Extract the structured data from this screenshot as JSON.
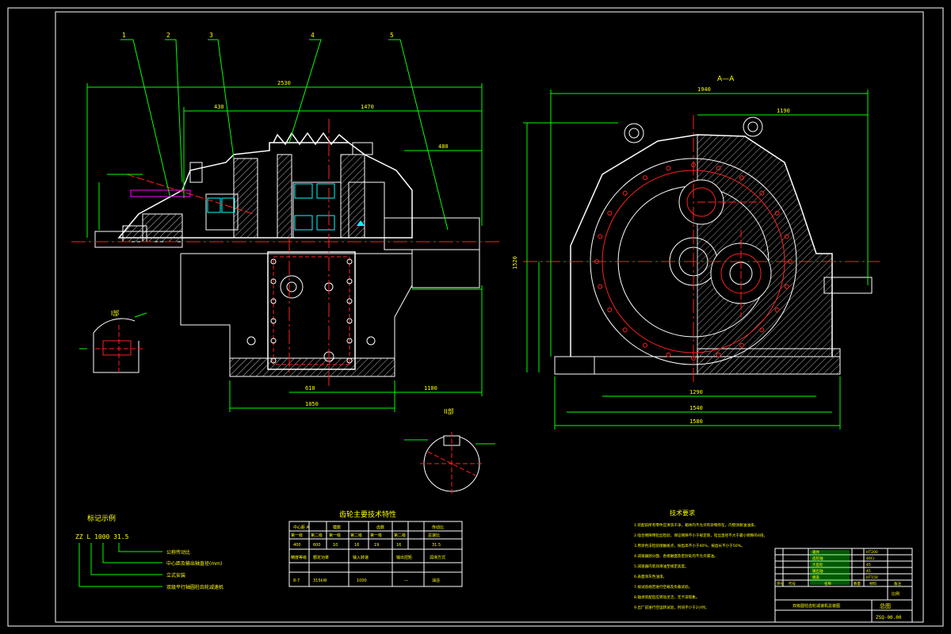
{
  "colors": {
    "background": "#000000",
    "frame": "#ffffff",
    "outline": "#ffffff",
    "dimension": "#00ff00",
    "centerline": "#ff2020",
    "hatch": "#b8b8b8",
    "hidden": "#00ffff",
    "text": "#ffff00",
    "highlight": "#ff00ff"
  },
  "view_labels": {
    "section_aa": "A—A",
    "detail_left": "I部",
    "detail_bottom": "II部"
  },
  "leaders": [
    "1",
    "2",
    "3",
    "4",
    "5"
  ],
  "dimensions": {
    "left_total": "2530",
    "left_top_a": "430",
    "left_top_b": "1470",
    "left_right": "480",
    "left_bottom_a": "1050",
    "left_bottom_b": "610",
    "left_bottom_c": "1100",
    "right_total": "1940",
    "right_half": "1190",
    "right_height": "1520",
    "right_bottom_a": "1290",
    "right_bottom_b": "1540",
    "right_bottom_c": "1580"
  },
  "model_block": {
    "title": "标记示例",
    "code": "ZZ L 1000 31.5",
    "lines": [
      "公称传动比",
      "中心距及输出轴直径(mm)",
      "立式安装",
      "双级平行轴圆柱齿轮减速机"
    ]
  },
  "spec_table": {
    "title": "齿轮主要技术特性",
    "header_row": [
      "中心距 A",
      "",
      "模数",
      "",
      "齿数",
      "",
      "传动比"
    ],
    "sub_header": [
      "第一级",
      "第二级",
      "第一级",
      "第二级",
      "第一级",
      "第二级",
      "总速比"
    ],
    "values": [
      "400",
      "600",
      "10",
      "16",
      "19",
      "16",
      "31.5"
    ],
    "lower_header": [
      "精度等级",
      "额定功率",
      "输入转速",
      "输出扭矩",
      "润滑方式"
    ],
    "lower_values": [
      "8-7",
      "315kW",
      "1000",
      "—",
      "油浴"
    ]
  },
  "tech_requirements": {
    "title": "技术要求",
    "items": [
      "1.装配前所有零件应清洗干净，箱体内不允许有杂物存在，内壁涂耐油油漆。",
      "2.啮合侧隙用铅丝检验，保证侧隙不小于规定值，铅丝直径不大于最小侧隙的4倍。",
      "3.用涂色法检验接触斑点，按齿高不小于40%，按齿长不小于50%。",
      "4.减速器剖分面、各接触面及密封处均不允许漏油。",
      "5.减速器内装润滑油至规定高度。",
      "6.表面涂灰色油漆。",
      "7.按试验规范进行空载及负载试验。",
      "8.轴承装配后应转动灵活，无卡滞现象。",
      "9.出厂前进行空运转试验，时间不少于2小时。"
    ]
  },
  "title_block": {
    "drawing_name": "双级圆柱齿轮减速机总装图",
    "scale_label": "比例",
    "sheet_label": "总图",
    "drawing_no": "ZSQ-00.00",
    "parts": [
      "箱体",
      "齿轮轴",
      "大齿轮",
      "输出轴",
      "端盖"
    ],
    "materials": [
      "HT200",
      "40Cr",
      "45",
      "45",
      "HT150"
    ],
    "headers": [
      "序号",
      "代号",
      "名称",
      "数量",
      "材料",
      "备注"
    ]
  }
}
